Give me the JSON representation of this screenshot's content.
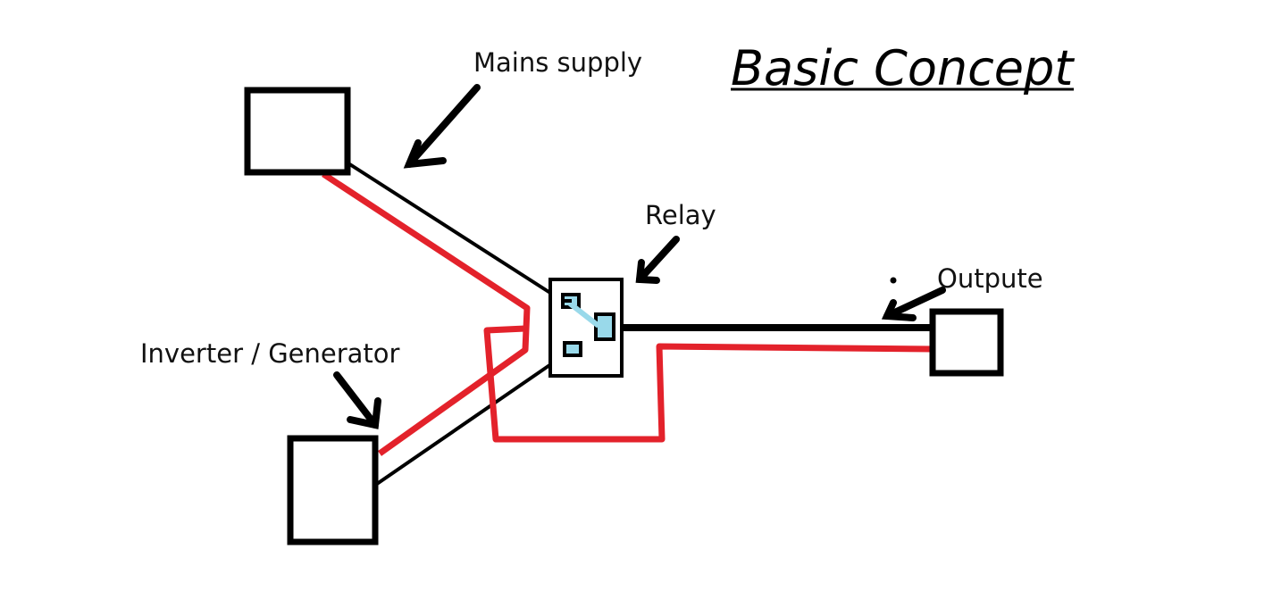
{
  "title": "Basic Concept",
  "labels": {
    "mains": "Mains supply",
    "inverter": "Inverter / Generator",
    "relay": "Relay",
    "output": "Outpute"
  },
  "colors": {
    "live_wire": "#e3222b",
    "neutral_wire": "#000000",
    "relay_contact": "#99d9ea",
    "background": "#ffffff"
  },
  "components": [
    {
      "id": "mains-supply",
      "label": "Mains supply"
    },
    {
      "id": "inverter-generator",
      "label": "Inverter / Generator"
    },
    {
      "id": "relay",
      "label": "Relay"
    },
    {
      "id": "output",
      "label": "Outpute"
    }
  ]
}
